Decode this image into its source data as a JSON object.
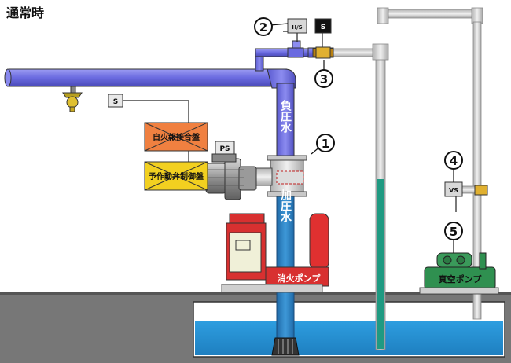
{
  "header": {
    "title": "通常時"
  },
  "pipe_labels": {
    "negative_pressure": "負圧水",
    "positive_pressure": "加圧水"
  },
  "panels": {
    "fire_alarm": "自火報接合盤",
    "preaction_control": "予作動弁制御盤"
  },
  "pump_labels": {
    "fire_pump": "消火ポンプ",
    "vacuum_pump": "真空ポンプ"
  },
  "device_labels": {
    "s_top": "S",
    "s_left": "S",
    "hs": "H/S",
    "ps": "PS",
    "vs": "VS"
  },
  "callouts": [
    "1",
    "2",
    "3",
    "4",
    "5"
  ],
  "colors": {
    "pipe_blue": "#7070e0",
    "water_blue": "#2e7fc0",
    "panel_yellow": "#f0d020",
    "panel_orange": "#f08840",
    "pump_red": "#e03030",
    "vacuum_green": "#2c8a4a",
    "ground": "#707070"
  }
}
